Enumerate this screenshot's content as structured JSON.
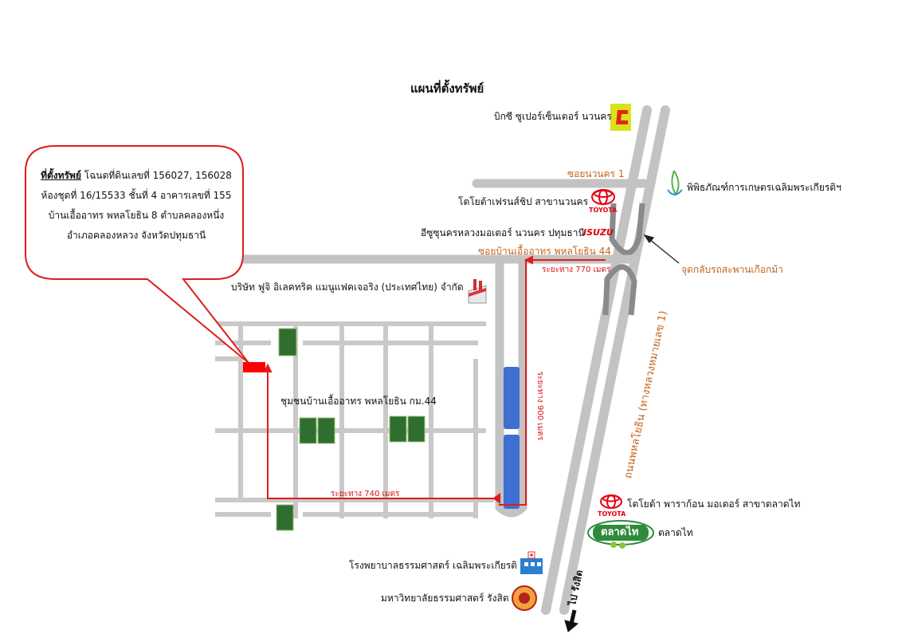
{
  "title": "แผนที่ตั้งทรัพย์",
  "property_box": {
    "heading": "ที่ตั้งทรัพย์",
    "line1_rest": " โฉนดที่ดินเลขที่ 156027, 156028",
    "line2": "ห้องชุดที่ 16/15533 ชั้นที่ 4 อาคารเลขที่ 155",
    "line3": "บ้านเอื้ออาทร พหลโยธิน 8 ตำบลคลองหนึ่ง",
    "line4": "อำเภอคลองหลวง จังหวัดปทุมธานี"
  },
  "landmarks": {
    "big_c": "บิกซี ซูเปอร์เซ็นเตอร์ นวนคร",
    "museum": "พิพิธภัณฑ์การเกษตรเฉลิมพระเกียรติฯ",
    "toyota_navanakorn": "โตโยต้าเฟรนส์ชิป สาขานวนคร",
    "isuzu_dealer": "อีซูซุนครหลวงมอเตอร์ นวนคร ปทุมธานี",
    "factory": "บริษัท ฟูจิ อิเลคทริค แมนูแฟคเจอริง (ประเทศไทย) จำกัด",
    "community": "ชุมชนบ้านเอื้ออาทร พหลโยธิน กม.44",
    "toyota_talad_thai": "โตโยต้า พาราก้อน มอเตอร์ สาขาตลาดไท",
    "talad_thai": "ตลาดไท",
    "hospital": "โรงพยาบาลธรรมศาสตร์ เฉลิมพระเกียรติ",
    "university": "มหาวิทยาลัยธรรมศาสตร์ รังสิต"
  },
  "brands": {
    "toyota": "TOYOTA",
    "isuzu": "ISUZU",
    "talad_thai_logo": "ตลาดไท"
  },
  "roads": {
    "soi_navanakorn_1": "ซอยนวนคร 1",
    "soi_ban_ua_athorn": "ซอยบ้านเอื้ออาทร พหลโยธิน 44",
    "phahonyothin": "ถนนพหลโยธิน (ทางหลวงหมายเลข 1)",
    "u_turn_bridge": "จุดกลับรถสะพานเกือกม้า",
    "to_rangsit": "ไป รังสิต"
  },
  "distances": {
    "d770": "ระยะทาง 770 เมตร",
    "d900": "ระยะทาง 900 เมตร",
    "d740": "ระยะทาง 740 เมตร"
  },
  "colors": {
    "road": "#c3c3c3",
    "route": "#e11c1c",
    "orange_label": "#c4641a",
    "pond": "#3f6fd1",
    "field": "#2f6e2f",
    "property_marker": "#ff0000"
  }
}
